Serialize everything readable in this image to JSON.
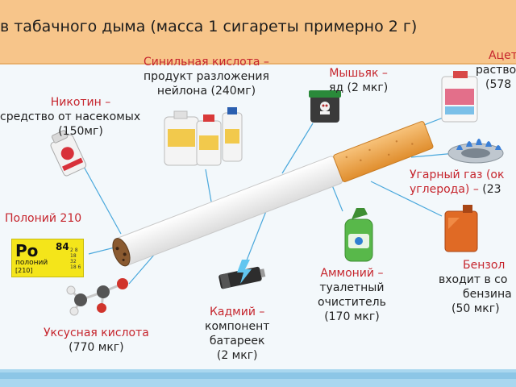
{
  "title": "в табачного дыма (масса 1 сигареты  примерно 2 г)",
  "items": {
    "hcn": {
      "name": "Синильная кислота –",
      "line1": "продукт разложения",
      "line2": "нейлона (240мг)"
    },
    "arsenic": {
      "name": "Мышьяк –",
      "line1": "яд (2 мкг)"
    },
    "acetone": {
      "name": "Ацет",
      "line1": "раство",
      "line2": "(578"
    },
    "nicotine": {
      "name": "Никотин –",
      "line1": "средство от насекомых",
      "line2": "(150мг)"
    },
    "co": {
      "name": "Угарный газ (ок",
      "line1": "углерода) –",
      "line2": "(23"
    },
    "polonium": {
      "name": "Полоний 210"
    },
    "ammonia": {
      "name": "Аммоний –",
      "line1": "туалетный",
      "line2": "очиститель",
      "line3": "(170 мкг)"
    },
    "benzene": {
      "name": "Бензол",
      "line1": "входит в со",
      "line2": "бензина",
      "line3": "(50 мкг)"
    },
    "cadmium": {
      "name": "Кадмий –",
      "line1": "компонент",
      "line2": "батареек",
      "line3": "(2 мкг)"
    },
    "acetic": {
      "name": "Уксусная кислота",
      "line1": "(770 мкг)"
    }
  },
  "polonium_tile": {
    "symbol": "Po",
    "number": "84",
    "name": "полоний",
    "mass": "[210]",
    "shells": "2 8 18 32 18 6"
  },
  "colors": {
    "banner": "#f7c58a",
    "accent_red": "#c6252d",
    "filter": "#f0a547",
    "line": "#4aa8dc"
  }
}
